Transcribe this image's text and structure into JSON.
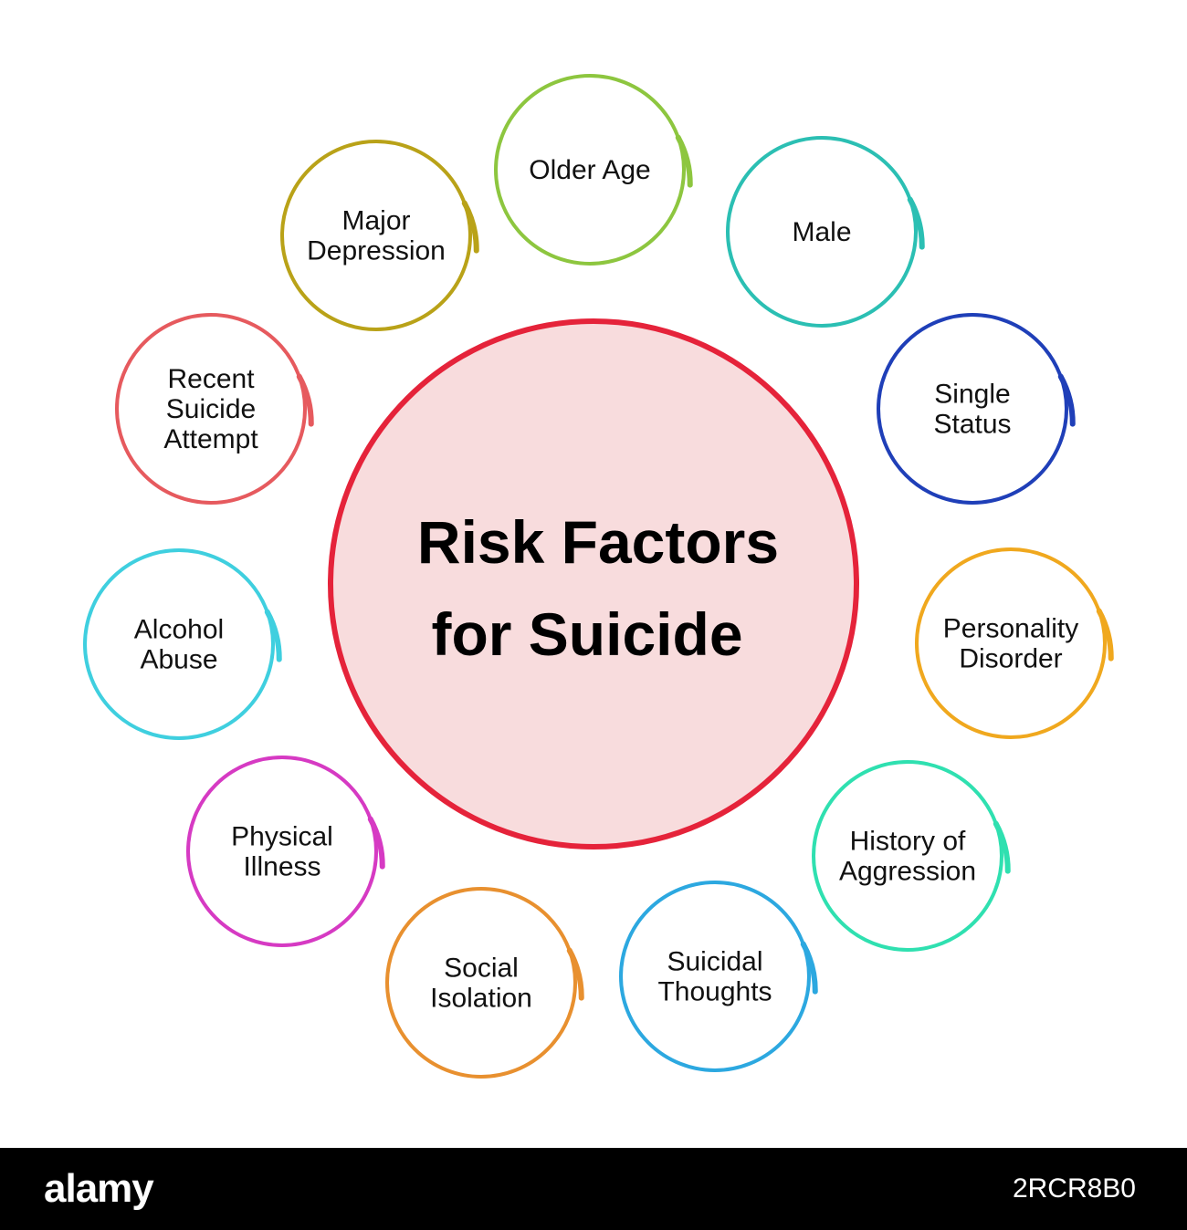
{
  "center": {
    "lines": [
      "Risk Factors",
      "for Suicide"
    ],
    "fill": "#f8dcdd",
    "stroke": "#e5233a"
  },
  "factors": [
    {
      "lines": [
        "Older Age"
      ],
      "color": "#8dc63f"
    },
    {
      "lines": [
        "Male"
      ],
      "color": "#2bbfb3"
    },
    {
      "lines": [
        "Single",
        "Status"
      ],
      "color": "#1f3fb8"
    },
    {
      "lines": [
        "Personality",
        "Disorder"
      ],
      "color": "#f0a81e"
    },
    {
      "lines": [
        "History of",
        "Aggression"
      ],
      "color": "#2fe0b0"
    },
    {
      "lines": [
        "Suicidal",
        "Thoughts"
      ],
      "color": "#2ca8e0"
    },
    {
      "lines": [
        "Social",
        "Isolation"
      ],
      "color": "#e8902f"
    },
    {
      "lines": [
        "Physical",
        "Illness"
      ],
      "color": "#d63ac3"
    },
    {
      "lines": [
        "Alcohol",
        "Abuse"
      ],
      "color": "#3fcfdf"
    },
    {
      "lines": [
        "Recent",
        "Suicide",
        "Attempt"
      ],
      "color": "#e65a5e"
    },
    {
      "lines": [
        "Major",
        "Depression"
      ],
      "color": "#b9a218"
    }
  ],
  "watermark": {
    "logo": "alamy",
    "image_id": "2RCR8B0"
  }
}
